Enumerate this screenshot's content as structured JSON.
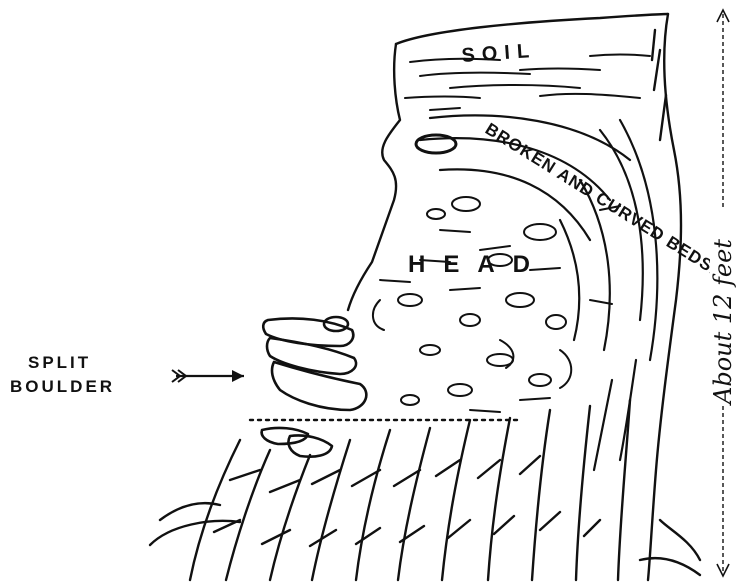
{
  "labels": {
    "soil": "SOIL",
    "broken_beds": "BROKEN AND CURVED BEDS.",
    "head": "HEAD",
    "split_line1": "SPLIT",
    "split_line2": "BOULDER",
    "scale": "About 12 feet"
  },
  "colors": {
    "ink": "#111111",
    "paper": "#ffffff"
  },
  "icons": {
    "pointer": "arrow-right-icon",
    "scale_bar": "double-arrow-vertical-icon"
  }
}
